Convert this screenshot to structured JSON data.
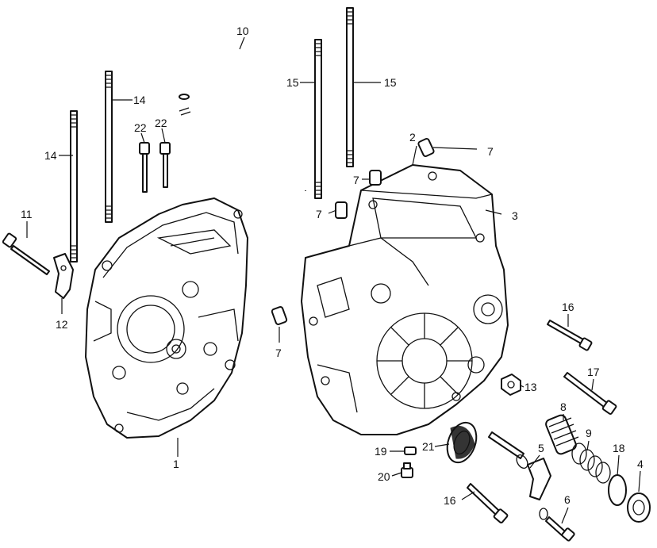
{
  "callouts": {
    "c1": "1",
    "c2": "2",
    "c3": "3",
    "c4": "4",
    "c5": "5",
    "c6": "6",
    "c7a": "7",
    "c7b": "7",
    "c7c": "7",
    "c7d": "7",
    "c8": "8",
    "c9": "9",
    "c10": "10",
    "c11": "11",
    "c12": "12",
    "c13": "13",
    "c14a": "14",
    "c14b": "14",
    "c15a": "15",
    "c15b": "15",
    "c16a": "16",
    "c16b": "16",
    "c17": "17",
    "c18": "18",
    "c19": "19",
    "c20": "20",
    "c21": "21",
    "c22a": "22",
    "c22b": "22"
  },
  "colors": {
    "line": "#111111",
    "background": "#ffffff"
  }
}
